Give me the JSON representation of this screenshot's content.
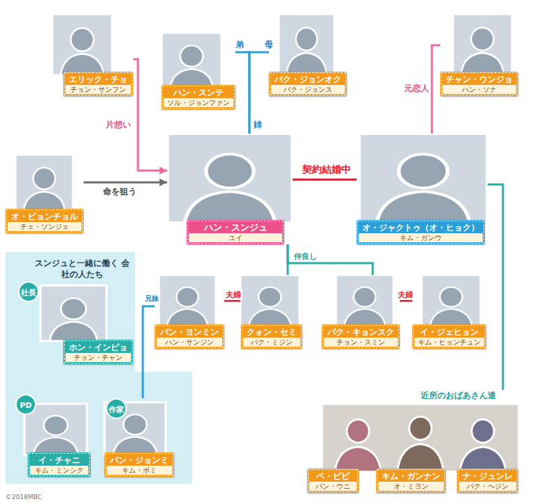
{
  "diagram": {
    "nodes": [
      {
        "text": [
          "エリック・チョ",
          "チョン・サンフン"
        ]
      },
      {
        "text": [
          "ハン・スンテ",
          "ソル・ジョンファン"
        ]
      },
      {
        "text": [
          "パク・ジョンオク",
          "パク・ジョンス"
        ]
      },
      {
        "text": [
          "チャン・ウンジョ",
          "ハン・ソナ"
        ]
      },
      {
        "text": [
          "オ・ビョンチョル",
          "チェ・ソンジェ"
        ]
      },
      {
        "text": [
          "ハン・スンジュ",
          "ユイ"
        ]
      },
      {
        "text": [
          "オ・ジャクトゥ（オ・ヒョク）",
          "キム・ガンウ"
        ]
      },
      {
        "text": [
          "スンジュと一緒に働く 会社の人たち"
        ]
      },
      {
        "text": [
          "社長",
          "ホン・インピョ",
          "チョン・チャン"
        ],
        "in": 7
      },
      {
        "text": [
          "PD",
          "イ・チャニ",
          "キム・ミンシク"
        ],
        "in": 7
      },
      {
        "text": [
          "作家",
          "バン・ジョンミ",
          "キム・ボミ"
        ],
        "in": 7
      },
      {
        "text": [
          "バン・ヨンミン",
          "ハン・サンジン"
        ]
      },
      {
        "text": [
          "クォン・セミ",
          "パク・ミジン"
        ]
      },
      {
        "text": [
          "パク・キョンスク",
          "チョン・スミン"
        ]
      },
      {
        "text": [
          "イ・ジェヒョン",
          "キム・ヒョンチュン"
        ]
      },
      {
        "text": [
          "近所のおばあさん達"
        ]
      },
      {
        "text": [
          "ペ・ピビ",
          "パン・ウニ"
        ],
        "in": 15
      },
      {
        "text": [
          "キム・ガンナン",
          "オ・ミヨン"
        ],
        "in": 15
      },
      {
        "text": [
          "ナ・ジュンレ",
          "パク・ヘジン"
        ],
        "in": 15
      }
    ],
    "edges": [
      {
        "from": 0,
        "to": 5,
        "label": "片想い",
        "arrow": "to"
      },
      {
        "from": 4,
        "to": 5,
        "label": "命を狙う",
        "arrow": "to"
      },
      {
        "from": 5,
        "to": 1,
        "label": "弟",
        "arrow": "none"
      },
      {
        "from": 5,
        "to": 2,
        "label": "母",
        "arrow": "none"
      },
      {
        "from": 3,
        "to": 6,
        "label": "元恋人",
        "arrow": "none"
      },
      {
        "from": 5,
        "to": 6,
        "label": "契約結婚中",
        "arrow": "none"
      },
      {
        "from": 5,
        "to": 12,
        "label": "仲良し",
        "arrow": "none"
      },
      {
        "from": 5,
        "to": 13,
        "arrow": "none"
      },
      {
        "from": 11,
        "to": 12,
        "label": "夫婦",
        "arrow": "none"
      },
      {
        "from": 13,
        "to": 14,
        "label": "夫婦",
        "arrow": "none"
      },
      {
        "from": 10,
        "to": 11,
        "label": "兄妹",
        "arrow": "none"
      },
      {
        "from": 6,
        "to": 15,
        "arrow": "none"
      }
    ],
    "labels": [
      "姉",
      "©2018MBC"
    ]
  }
}
